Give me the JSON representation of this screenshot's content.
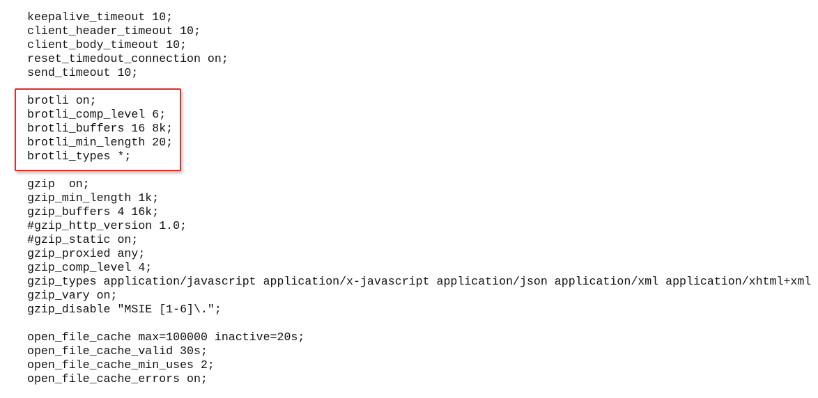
{
  "document": {
    "lines": [
      "keepalive_timeout 10;",
      "client_header_timeout 10;",
      "client_body_timeout 10;",
      "reset_timedout_connection on;",
      "send_timeout 10;",
      "",
      "brotli on;",
      "brotli_comp_level 6;",
      "brotli_buffers 16 8k;",
      "brotli_min_length 20;",
      "brotli_types *;",
      "",
      "gzip  on;",
      "gzip_min_length 1k;",
      "gzip_buffers 4 16k;",
      "#gzip_http_version 1.0;",
      "#gzip_static on;",
      "gzip_proxied any;",
      "gzip_comp_level 4;",
      "gzip_types application/javascript application/x-javascript application/json application/xml application/xhtml+xml",
      "gzip_vary on;",
      "gzip_disable \"MSIE [1-6]\\.\";",
      "",
      "open_file_cache max=100000 inactive=20s;",
      "open_file_cache_valid 30s;",
      "open_file_cache_min_uses 2;",
      "open_file_cache_errors on;"
    ]
  },
  "highlight": {
    "color": "#dd2c2c",
    "covers_lines": [
      6,
      10
    ]
  }
}
